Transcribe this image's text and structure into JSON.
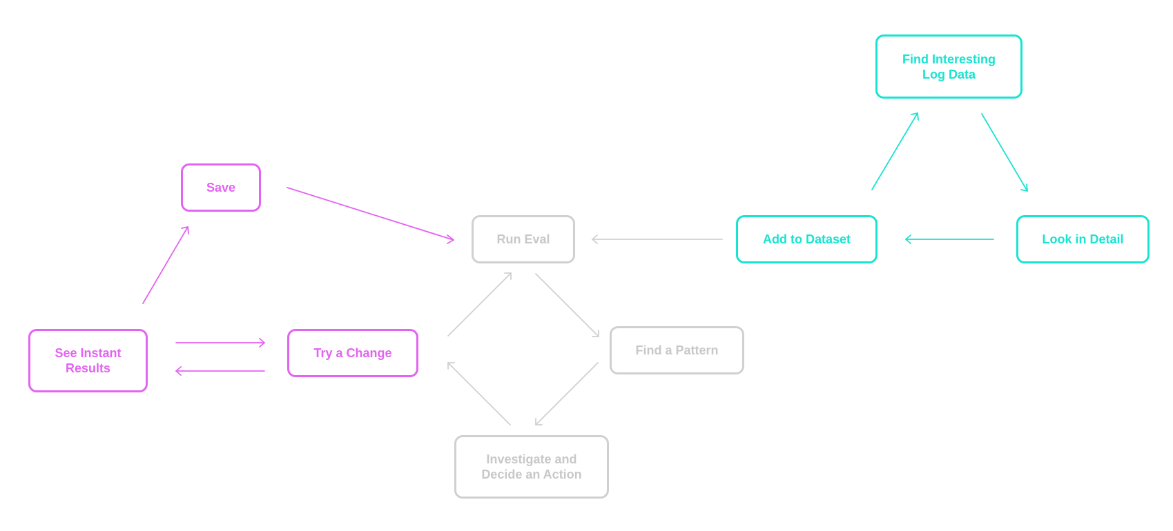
{
  "colors": {
    "magenta": "#e363f2",
    "gray": "#d0d0d0",
    "cyan": "#19e3d1"
  },
  "nodes": {
    "save": "Save",
    "see_instant_results": "See Instant\nResults",
    "try_a_change": "Try a Change",
    "run_eval": "Run Eval",
    "find_a_pattern": "Find a Pattern",
    "investigate": "Investigate and\nDecide an Action",
    "add_to_dataset": "Add to Dataset",
    "look_in_detail": "Look in Detail",
    "find_interesting": "Find Interesting\nLog Data"
  }
}
